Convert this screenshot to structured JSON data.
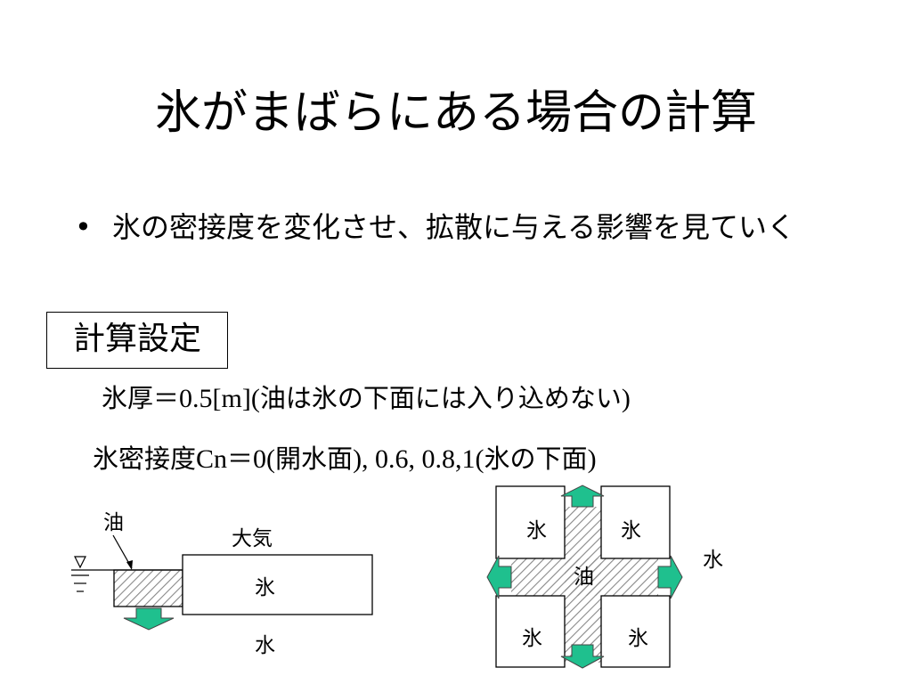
{
  "slide": {
    "title": "氷がまばらにある場合の計算",
    "bullet": "氷の密接度を変化させ、拡散に与える影響を見ていく",
    "settings_label": "計算設定",
    "thickness": {
      "label": "氷厚",
      "equals": "＝",
      "value": "0.5[m](",
      "note": "油は氷の下面には入り込めない",
      "close": ")"
    },
    "density": {
      "label": "氷密接度",
      "symbol": "Cn",
      "equals": "＝",
      "value0": "0(",
      "note0": "開水面",
      "values": "), 0.6, 0.8,1(",
      "note1": "氷の下面",
      "close": ")"
    }
  },
  "side_diagram": {
    "oil_label": "油",
    "air_label": "大気",
    "ice_label": "氷",
    "water_label": "水"
  },
  "top_diagram": {
    "ice_labels": [
      "氷",
      "氷",
      "氷",
      "氷"
    ],
    "oil_label": "油",
    "water_label": "水"
  },
  "colors": {
    "arrow_fill": "#1fc08e",
    "hatch": "#888888",
    "line": "#000000"
  }
}
